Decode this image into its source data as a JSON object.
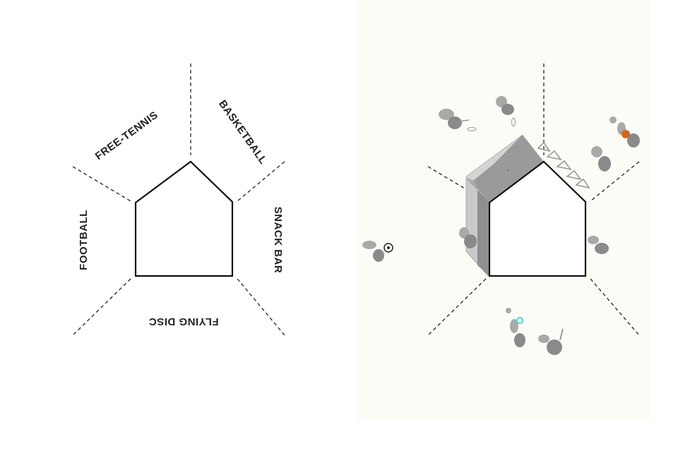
{
  "diagram": {
    "zones": [
      {
        "label": "FREE-TENNIS"
      },
      {
        "label": "BASKETBALL"
      },
      {
        "label": "FOOTBALL"
      },
      {
        "label": "SNACK BAR"
      },
      {
        "label": "FLYING DISC"
      }
    ]
  },
  "colors": {
    "line": "#111111",
    "background_right": "#fcfcf7",
    "roof_gray": "#9a9a9a",
    "basketball": "#d2691e",
    "frisbee": "#40e0d0"
  }
}
